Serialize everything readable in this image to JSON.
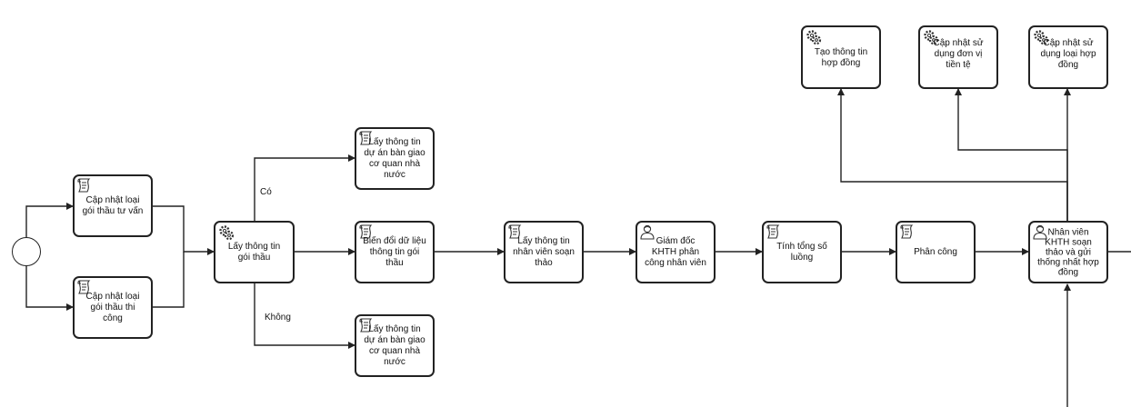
{
  "tasks": {
    "t_tu_van": {
      "label": "Cập nhật loại\ngói thầu tư vấn",
      "icon": "script-icon"
    },
    "t_thi_cong": {
      "label": "Cập nhật loại\ngói thầu thi\ncông",
      "icon": "script-icon"
    },
    "t_lay_goi_thau": {
      "label": "Lấy thông tin\ngói thầu",
      "icon": "gear-icon"
    },
    "t_du_an_1": {
      "label": "Lấy thông tin\ndự án bàn giao\ncơ quan nhà\nnước",
      "icon": "script-icon"
    },
    "t_bien_doi": {
      "label": "Biến đổi dữ liệu\nthông tin gói\nthầu",
      "icon": "script-icon"
    },
    "t_du_an_2": {
      "label": "Lấy thông tin\ndự án bàn giao\ncơ quan nhà\nnước",
      "icon": "script-icon"
    },
    "t_nhan_vien": {
      "label": "Lấy thông tin\nnhân viên soạn\nthảo",
      "icon": "script-icon"
    },
    "t_giam_doc": {
      "label": "Giám đốc\nKHTH phân\ncông nhân viên",
      "icon": "user-icon"
    },
    "t_tong_so": {
      "label": "Tính tổng số\nluồng",
      "icon": "script-icon"
    },
    "t_phan_cong": {
      "label": "Phân công",
      "icon": "script-icon"
    },
    "t_soan_thao": {
      "label": "Nhân viên\nKHTH soạn\nthảo và gửi\nthống nhất hợp\nđồng",
      "icon": "user-icon"
    },
    "t_tao_hd": {
      "label": "Tạo thông tin\nhợp đồng",
      "icon": "gear-icon"
    },
    "t_don_vi": {
      "label": "Cập nhật sử\ndụng đơn vị\ntiền tệ",
      "icon": "gear-icon"
    },
    "t_loai_hd": {
      "label": "Cập nhật sử\ndụng loại hợp\nđồng",
      "icon": "gear-icon"
    }
  },
  "gateway_labels": {
    "yes": "Có",
    "no": "Không"
  },
  "colors": {
    "stroke": "#222222",
    "fill": "#ffffff",
    "text": "#111111"
  }
}
